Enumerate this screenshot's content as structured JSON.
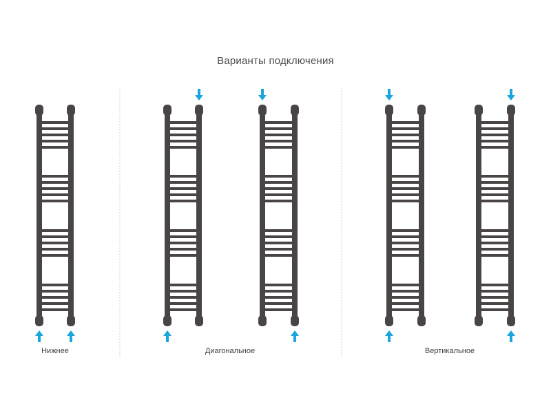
{
  "title": "Варианты подключения",
  "groups": [
    {
      "label": "Нижнее",
      "radiators": 1
    },
    {
      "label": "Диагональное",
      "radiators": 2
    },
    {
      "label": "Вертикальное",
      "radiators": 2
    }
  ],
  "colors": {
    "radiator": "#4a4545",
    "arrow": "#1aa6dc",
    "divider": "#cfcfcf",
    "title": "#4a4a4a"
  },
  "icons": {
    "inlet": "arrow-up-icon",
    "outlet": "arrow-down-icon"
  }
}
